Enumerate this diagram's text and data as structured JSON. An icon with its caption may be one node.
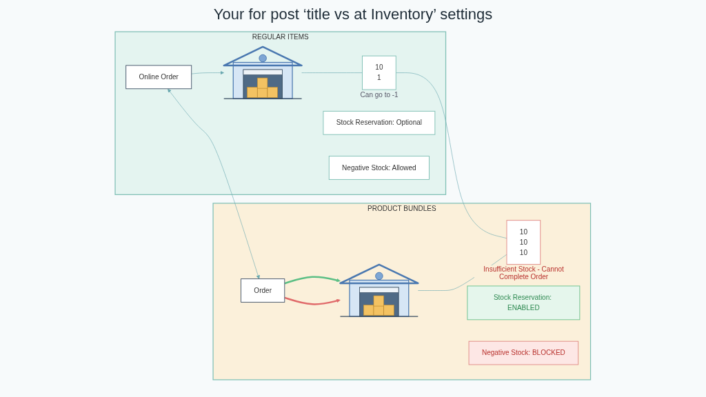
{
  "diagram": {
    "title": "Your for post ‘title vs at Inventory’ settings",
    "nodes": [
      {
        "text": [
          "REGULAR ITEMS"
        ]
      },
      {
        "text": [
          "Online Order"
        ],
        "in": 0
      },
      {
        "text": [],
        "shape": "picture",
        "in": 0
      },
      {
        "text": [
          "Stock Reservation: Optional"
        ],
        "in": 0
      },
      {
        "text": [
          "Negative Stock: Allowed"
        ],
        "in": 0
      },
      {
        "text": [
          "10",
          "1"
        ],
        "beside": [
          "Can go to -1"
        ],
        "in": 0
      },
      {
        "text": [
          "PRODUCT BUNDLES"
        ]
      },
      {
        "text": [
          "Order"
        ],
        "in": 6
      },
      {
        "text": [],
        "shape": "picture",
        "in": 6
      },
      {
        "text": [
          "Stock Reservation: ENABLED"
        ],
        "in": 6
      },
      {
        "text": [
          "Negative Stock: BLOCKED"
        ],
        "in": 6
      },
      {
        "text": [
          "10",
          "10",
          "10"
        ],
        "beside": [
          "Insufficient Stock - Cannot Complete Order"
        ],
        "in": 6
      }
    ],
    "edges": [
      {
        "from": 1,
        "to": 7,
        "arrow": "both"
      },
      {
        "from": 1,
        "to": 2,
        "arrow": "to"
      },
      {
        "from": 2,
        "to": 5,
        "arrow": "none"
      },
      {
        "from": 5,
        "to": 11,
        "arrow": "none"
      },
      {
        "from": 7,
        "to": 8,
        "arrow": "to",
        "style": "thick",
        "color": "#5cbf85"
      },
      {
        "from": 7,
        "to": 8,
        "arrow": "to",
        "style": "thick",
        "color": "#e06a6a"
      },
      {
        "from": 8,
        "to": 11,
        "arrow": "none"
      }
    ]
  }
}
